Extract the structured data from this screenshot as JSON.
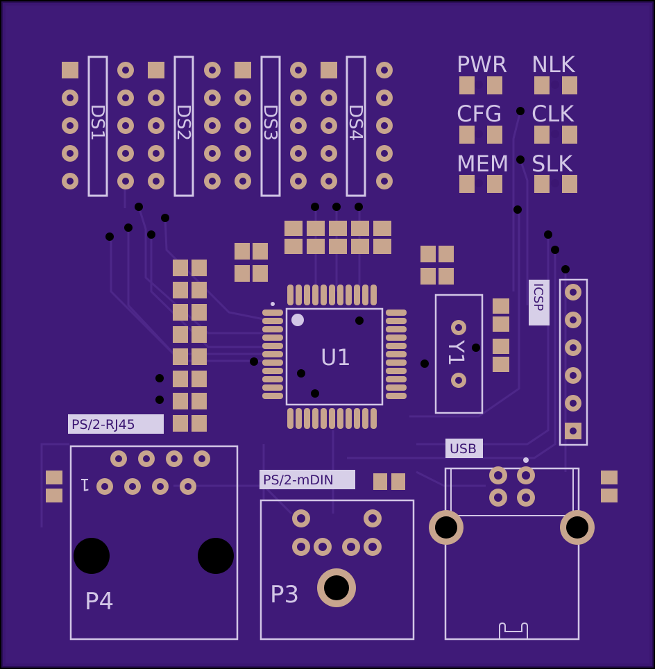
{
  "colors": {
    "board": "#3b1672",
    "copper": "#3f1a78",
    "trace": "#4a2486",
    "pad": "#c8a58e",
    "silk": "#d2c6e6",
    "drill": "#000000",
    "label_bg": "#d7cfe8",
    "label_fg": "#3b1672"
  },
  "labels": {
    "leds": [
      "PWR",
      "NLK",
      "CFG",
      "CLK",
      "MEM",
      "SLK"
    ],
    "displays": [
      "DS1",
      "DS2",
      "DS3",
      "DS4"
    ],
    "mcu": "U1",
    "crystal": "Y1",
    "icsp": "ICSP",
    "ps2_rj45": "PS/2-RJ45",
    "ps2_mdin": "PS/2-mDIN",
    "usb": "USB",
    "p4": "P4",
    "p3": "P3",
    "pin1": "1"
  }
}
